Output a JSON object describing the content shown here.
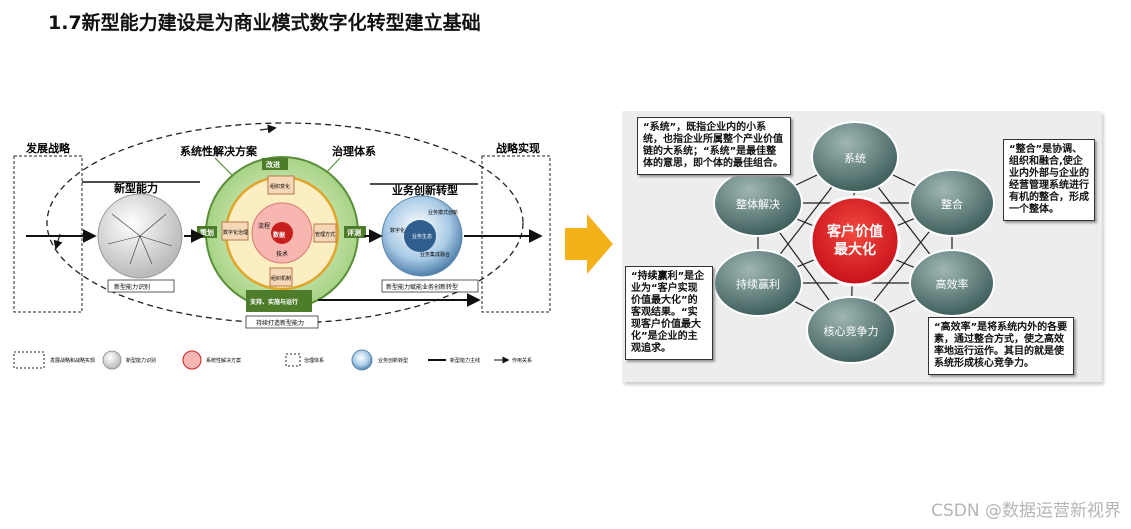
{
  "title": "1.7新型能力建设是为商业模式数字化转型建立基础",
  "watermark": "CSDN @数据运营新视界",
  "left": {
    "strategy_dev": "发展战略",
    "strategy_real": "战略实现",
    "new_capability": "新型能力",
    "system_solution": "系统性解决方案",
    "governance": "治理体系",
    "business_transform": "业务创新转型",
    "improve": "改进",
    "plan": "策划",
    "evaluate": "评测",
    "support": "支持、实施与运行",
    "data_ind": "数字化治理",
    "data_center": "数据",
    "tech": "技术",
    "process": "流程",
    "org_struct": "组织机制",
    "mgmt": "管理方式",
    "biz_change": "组织变化",
    "identify_label": "新型能力识别",
    "enable_label": "新型能力赋能业务创新转型",
    "build_label": "持续打造新型能力",
    "biz_digital": "数字化",
    "biz_new": "业务模式创新",
    "biz_ecosystem": "业务生态",
    "biz_fusion": "业务集成融合",
    "legend": [
      "发展战略和战略实现",
      "新型能力识别",
      "系统性解决方案",
      "治理体系",
      "业务创新转型",
      "新型能力主线",
      "作用关系"
    ]
  },
  "right": {
    "center": [
      "客户价值",
      "最大化"
    ],
    "nodes": [
      "系统",
      "整合",
      "高效率",
      "核心竞争力",
      "持续赢利",
      "整体解决"
    ],
    "notes": {
      "system": "“系统”，既指企业内的小系统，也指企业所属整个产业价值链的大系统；“系统”是最佳整体的意思，即个体的最佳组合。",
      "integration": "“整合”是协调、组织和融合,使企业内外部与企业的经营管理系统进行有机的整合，形成一个整体。",
      "profit": "“持续赢利”是企业为“客户实现价值最大化”的客观结果。“实现客户价值最大化”是企业的主观追求。",
      "efficiency": "“高效率”是将系统内外的各要素，通过整合方式，使之高效率地运行运作。其目的就是使系统形成核心竞争力。"
    }
  },
  "colors": {
    "green": "#5a8f3a",
    "node_teal": "#4e6f6c",
    "center_red": "#d6141c",
    "arrow_yellow": "#f3b21a"
  }
}
